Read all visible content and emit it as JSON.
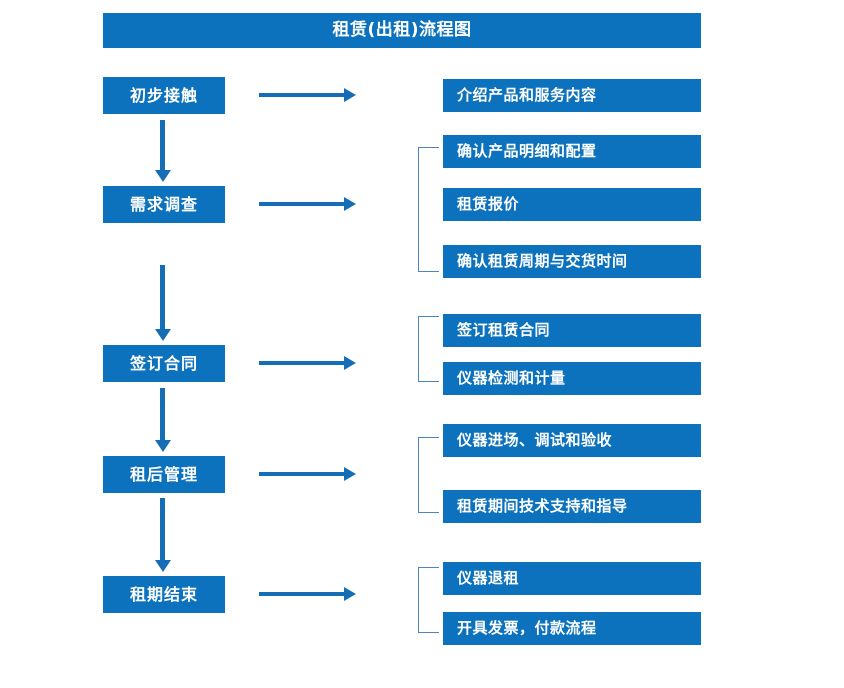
{
  "title": "租赁(出租)流程图",
  "colors": {
    "box_fill": "#0d72bd",
    "box_text": "#ffffff",
    "arrow": "#156eb5",
    "bracket": "#4a86c4",
    "background": "#ffffff"
  },
  "stages": [
    {
      "label": "初步接触"
    },
    {
      "label": "需求调查"
    },
    {
      "label": "签订合同"
    },
    {
      "label": "租后管理"
    },
    {
      "label": "租期结束"
    }
  ],
  "details": [
    {
      "label": "介绍产品和服务内容"
    },
    {
      "label": "确认产品明细和配置"
    },
    {
      "label": "租赁报价"
    },
    {
      "label": "确认租赁周期与交货时间"
    },
    {
      "label": "签订租赁合同"
    },
    {
      "label": "仪器检测和计量"
    },
    {
      "label": "仪器进场、调试和验收"
    },
    {
      "label": "租赁期间技术支持和指导"
    },
    {
      "label": "仪器退租"
    },
    {
      "label": "开具发票，付款流程"
    }
  ],
  "groups": [
    {
      "stage": "初步接触",
      "details": [
        "介绍产品和服务内容"
      ],
      "bracketed": false
    },
    {
      "stage": "需求调查",
      "details": [
        "确认产品明细和配置",
        "租赁报价",
        "确认租赁周期与交货时间"
      ],
      "bracketed": true
    },
    {
      "stage": "签订合同",
      "details": [
        "签订租赁合同",
        "仪器检测和计量"
      ],
      "bracketed": true
    },
    {
      "stage": "租后管理",
      "details": [
        "仪器进场、调试和验收",
        "租赁期间技术支持和指导"
      ],
      "bracketed": true
    },
    {
      "stage": "租期结束",
      "details": [
        "仪器退租",
        "开具发票，付款流程"
      ],
      "bracketed": true
    }
  ]
}
